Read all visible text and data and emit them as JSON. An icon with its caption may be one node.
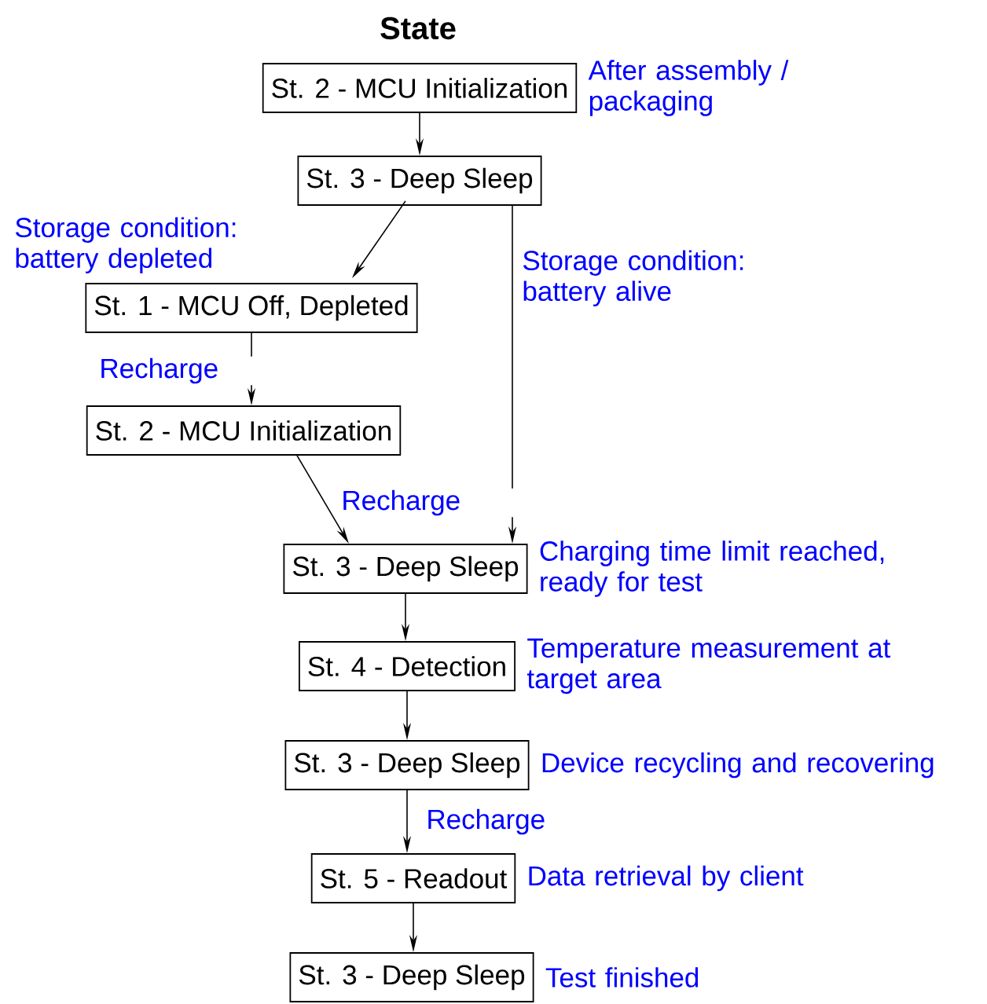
{
  "diagram": {
    "title": "State",
    "nodes": [
      {
        "text": [
          "St. 2 - MCU Initialization"
        ],
        "beside": [
          "After assembly / packaging"
        ]
      },
      {
        "text": [
          "St. 3 - Deep Sleep"
        ]
      },
      {
        "text": [
          "St. 1 - MCU Off, Depleted"
        ]
      },
      {
        "text": [
          "St. 2 - MCU Initialization"
        ]
      },
      {
        "text": [
          "St. 3 - Deep Sleep"
        ],
        "beside": [
          "Charging time limit reached, ready for test"
        ]
      },
      {
        "text": [
          "St. 4 - Detection"
        ],
        "beside": [
          "Temperature measurement at target area"
        ]
      },
      {
        "text": [
          "St. 3 - Deep Sleep"
        ],
        "beside": [
          "Device recycling and recovering"
        ]
      },
      {
        "text": [
          "St. 5 - Readout"
        ],
        "beside": [
          "Data retrieval by client"
        ]
      },
      {
        "text": [
          "St. 3 - Deep Sleep"
        ],
        "beside": [
          "Test finished"
        ]
      }
    ],
    "edges": [
      {
        "from": 0,
        "to": 1,
        "arrow": "to"
      },
      {
        "from": 1,
        "to": 2,
        "arrow": "to",
        "label": "Storage condition: battery depleted"
      },
      {
        "from": 1,
        "to": 4,
        "arrow": "to",
        "label": "Storage condition: battery alive"
      },
      {
        "from": 2,
        "to": 3,
        "arrow": "to",
        "label": "Recharge"
      },
      {
        "from": 3,
        "to": 4,
        "arrow": "to",
        "label": "Recharge"
      },
      {
        "from": 4,
        "to": 5,
        "arrow": "to"
      },
      {
        "from": 5,
        "to": 6,
        "arrow": "to"
      },
      {
        "from": 6,
        "to": 7,
        "arrow": "to",
        "label": "Recharge"
      },
      {
        "from": 7,
        "to": 8,
        "arrow": "to"
      }
    ]
  }
}
